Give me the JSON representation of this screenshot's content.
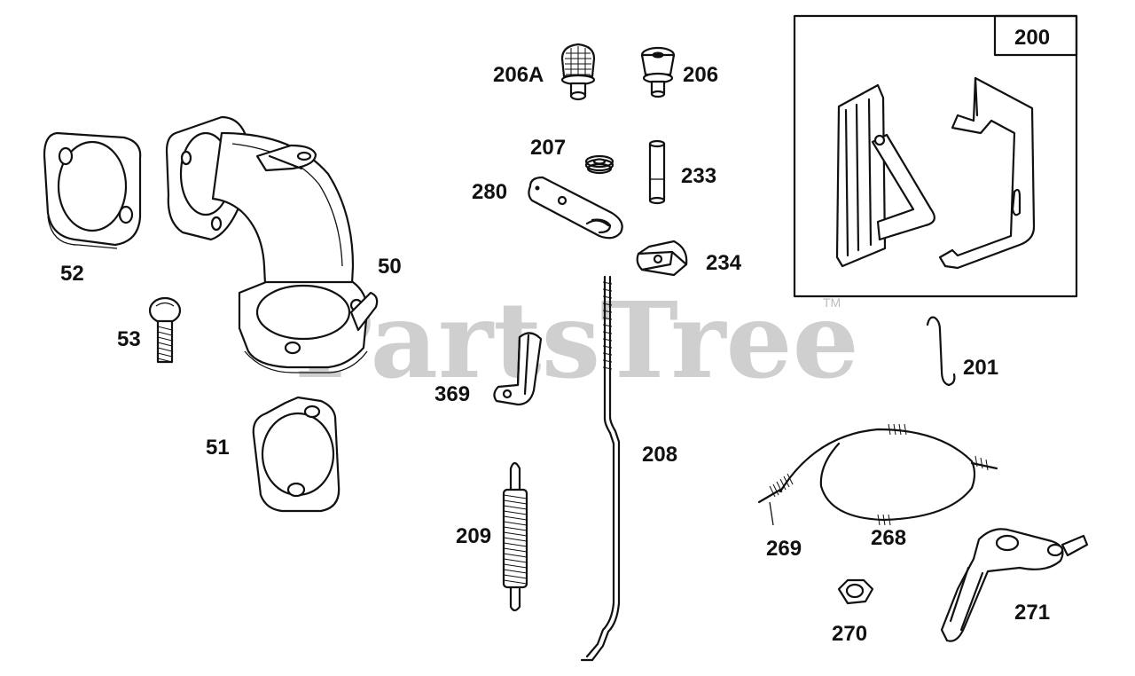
{
  "watermark": {
    "text": "PartsTree",
    "trademark": "TM"
  },
  "colors": {
    "line": "#111111",
    "watermark": "#cfcfcf",
    "background": "#ffffff"
  },
  "parts": [
    {
      "id": "p50",
      "label": "50",
      "name": "intake elbow"
    },
    {
      "id": "p51",
      "label": "51",
      "name": "gasket"
    },
    {
      "id": "p52",
      "label": "52",
      "name": "gasket"
    },
    {
      "id": "p53",
      "label": "53",
      "name": "screw"
    },
    {
      "id": "p200",
      "label": "200",
      "name": "bracket assembly"
    },
    {
      "id": "p201",
      "label": "201",
      "name": "spring hook"
    },
    {
      "id": "p206A",
      "label": "206A",
      "name": "knob"
    },
    {
      "id": "p206",
      "label": "206",
      "name": "knob"
    },
    {
      "id": "p207",
      "label": "207",
      "name": "spring washer"
    },
    {
      "id": "p208",
      "label": "208",
      "name": "link rod"
    },
    {
      "id": "p209",
      "label": "209",
      "name": "spring"
    },
    {
      "id": "p233",
      "label": "233",
      "name": "spacer"
    },
    {
      "id": "p234",
      "label": "234",
      "name": "clip"
    },
    {
      "id": "p268",
      "label": "268",
      "name": "cable"
    },
    {
      "id": "p269",
      "label": "269",
      "name": "wire end"
    },
    {
      "id": "p270",
      "label": "270",
      "name": "nut"
    },
    {
      "id": "p271",
      "label": "271",
      "name": "lever"
    },
    {
      "id": "p280",
      "label": "280",
      "name": "lever"
    },
    {
      "id": "p369",
      "label": "369",
      "name": "bracket"
    }
  ]
}
